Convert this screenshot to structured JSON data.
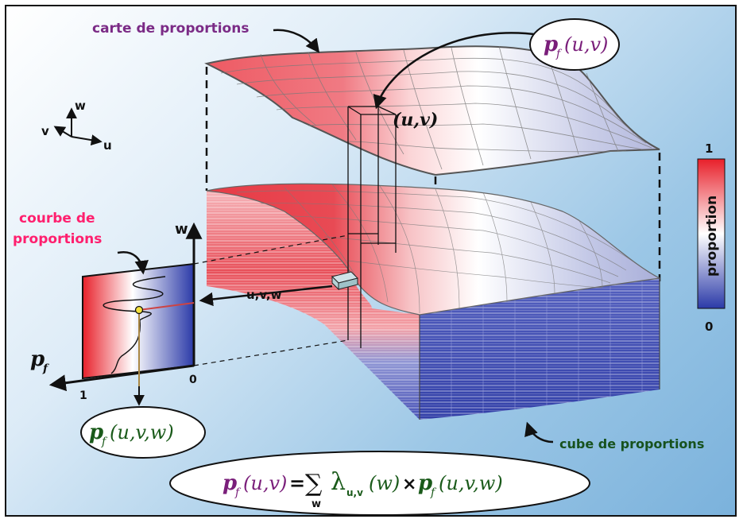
{
  "labels": {
    "carte": "carte de proportions",
    "courbe_line1": "courbe de",
    "courbe_line2": "proportions",
    "cube": "cube de proportions",
    "uvw": "u,v,w",
    "uv_point": "(u,v)"
  },
  "axes": {
    "u": "u",
    "v": "v",
    "w": "w",
    "w_curve": "w",
    "pf": "p",
    "pf_sub": "f",
    "one": "1",
    "zero": "0"
  },
  "colorbar": {
    "title": "proportion",
    "max": "1",
    "min": "0",
    "high_color": "#e8202a",
    "mid_color": "#ffffff",
    "low_color": "#2b3aa8"
  },
  "formulas": {
    "map": {
      "p": "p",
      "sub": "f",
      "args": "(u,v)"
    },
    "curve": {
      "p": "p",
      "sub": "f",
      "args": "(u,v,w)"
    },
    "main": {
      "lhs_p": "p",
      "lhs_sub": "f",
      "lhs_args": "(u,v)",
      "eq": "=",
      "sum": "∑",
      "sum_sub": "w",
      "lambda": "λ",
      "lambda_sub": "u,v",
      "lambda_arg": "(w)",
      "times": "×",
      "rhs_p": "p",
      "rhs_sub": "f",
      "rhs_args": "(u,v,w)"
    }
  },
  "colors": {
    "formula_purple": "#7a1e7a",
    "formula_green": "#1a5a1a",
    "label_pink": "#ff1f6e",
    "label_purple": "#7b2b86",
    "label_green": "#17521e"
  }
}
